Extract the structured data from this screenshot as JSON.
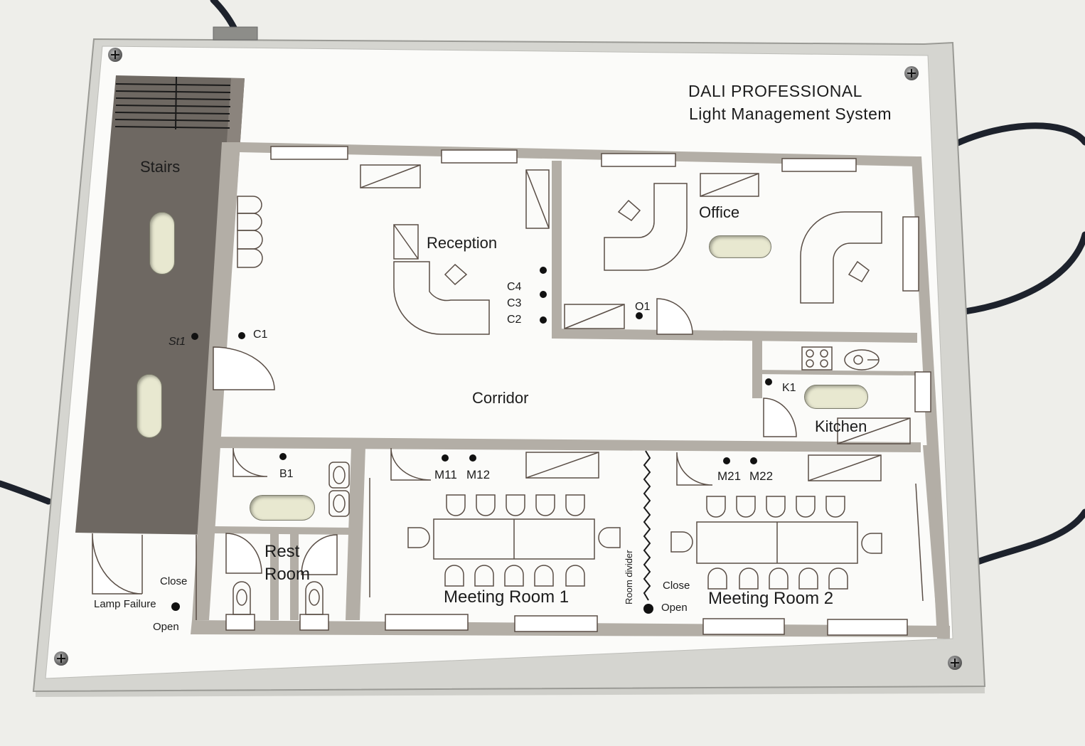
{
  "title": {
    "line1": "DALI PROFESSIONAL",
    "line2": "Light Management System"
  },
  "rooms": {
    "stairs": "Stairs",
    "reception": "Reception",
    "office": "Office",
    "corridor": "Corridor",
    "kitchen": "Kitchen",
    "rest_room_line1": "Rest",
    "rest_room_line2": "Room",
    "meeting_room_1": "Meeting Room 1",
    "meeting_room_2": "Meeting Room 2",
    "room_divider": "Room divider"
  },
  "sensors": {
    "st1": "St1",
    "c1": "C1",
    "c2": "C2",
    "c3": "C3",
    "c4": "C4",
    "o1": "O1",
    "k1": "K1",
    "b1": "B1",
    "m11": "M11",
    "m12": "M12",
    "m21": "M21",
    "m22": "M22"
  },
  "switches": {
    "left_close": "Close",
    "left_open": "Open",
    "lamp_failure": "Lamp Failure",
    "divider_close": "Close",
    "divider_open": "Open"
  },
  "colors": {
    "panel": "#fbfbf9",
    "wall": "#b3aea6",
    "stairs": "#6e6862",
    "line": "#5a4e46",
    "cable": "#1d222c"
  }
}
